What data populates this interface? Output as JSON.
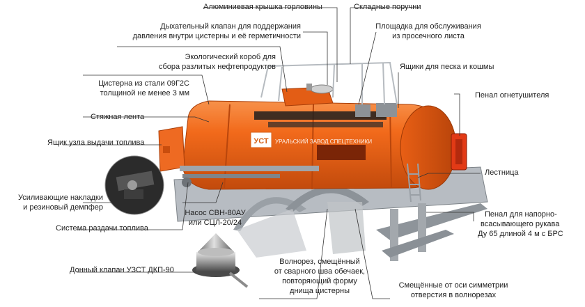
{
  "colors": {
    "tank_orange": "#f26a1b",
    "tank_shadow": "#c94d0d",
    "frame_grey": "#9aa0a6",
    "leader_line": "#333333",
    "text": "#222222"
  },
  "tank_branding": {
    "logo_text": "УСТ",
    "brand_text": "УРАЛЬСКИЙ ЗАВОД СПЕЦТЕХНИКИ"
  },
  "labels": {
    "hatch_cover": "Алюминиевая крышка горловины",
    "folding_rails": "Складные поручни",
    "breather_valve_1": "Дыхательный клапан для поддержания",
    "breather_valve_2": "давления внутри цистерны и её герметичности",
    "service_platform_1": "Площадка для обслуживания",
    "service_platform_2": "из просечного листа",
    "eco_box_1": "Экологический короб для",
    "eco_box_2": "сбора разлитых нефтепродуктов",
    "sand_boxes": "Ящики для песка и кошмы",
    "steel_tank_1": "Цистерна из стали 09Г2С",
    "steel_tank_2": "толщиной не менее 3 мм",
    "extinguisher_case": "Пенал огнетушителя",
    "tie_band": "Стяжная лента",
    "fuel_box": "Ящик узла выдачи топлива",
    "ladder": "Лестница",
    "reinforcing_1": "Усиливающие накладки",
    "reinforcing_2": "и резиновый демпфер",
    "pump_1": "Насос СВН-80АУ",
    "pump_2": "или СЦЛ-20/24",
    "hose_case_1": "Пенал для напорно-",
    "hose_case_2": "всасывающего рукава",
    "hose_case_3": "Ду 65 длиной 4 м с БРС",
    "distribution": "Система раздачи топлива",
    "bottom_valve": "Донный клапан УЗСТ ДКП-90",
    "baffle_1": "Волнорез, смещённый",
    "baffle_2": "от сварного шва обечаек,",
    "baffle_3": "повторяющий форму",
    "baffle_4": "днища цистерны",
    "holes_1": "Смещённые от оси симметрии",
    "holes_2": "отверстия в волнорезах"
  }
}
